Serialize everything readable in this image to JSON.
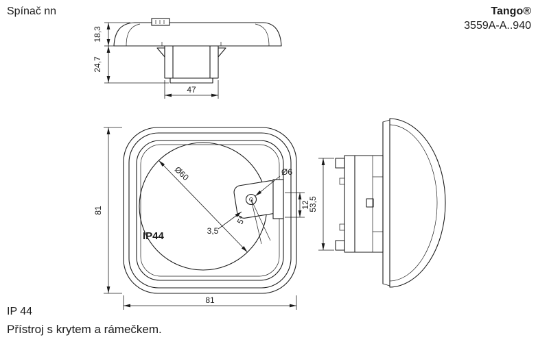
{
  "header": {
    "title": "Spínač nn",
    "brand": "Tango®",
    "model": "3559A-A..940"
  },
  "footer": {
    "protection": "IP 44",
    "description": "Přístroj s krytem a rámečkem."
  },
  "drawing": {
    "colors": {
      "line": "#1a1a1a",
      "background": "#ffffff"
    },
    "top_view": {
      "dim_frame_height": "18,3",
      "dim_insert_depth": "24,7",
      "dim_insert_width": "47"
    },
    "front_view": {
      "dim_height": "81",
      "dim_width": "81",
      "dim_cover_diameter": "Ø60",
      "dim_hole_diameter": "Ø6",
      "dim_hole_offset": "12",
      "dim_gap": "3,5",
      "dim_angle": "5°",
      "label_protection": "IP44"
    },
    "side_view": {
      "dim_depth": "53,5"
    }
  }
}
